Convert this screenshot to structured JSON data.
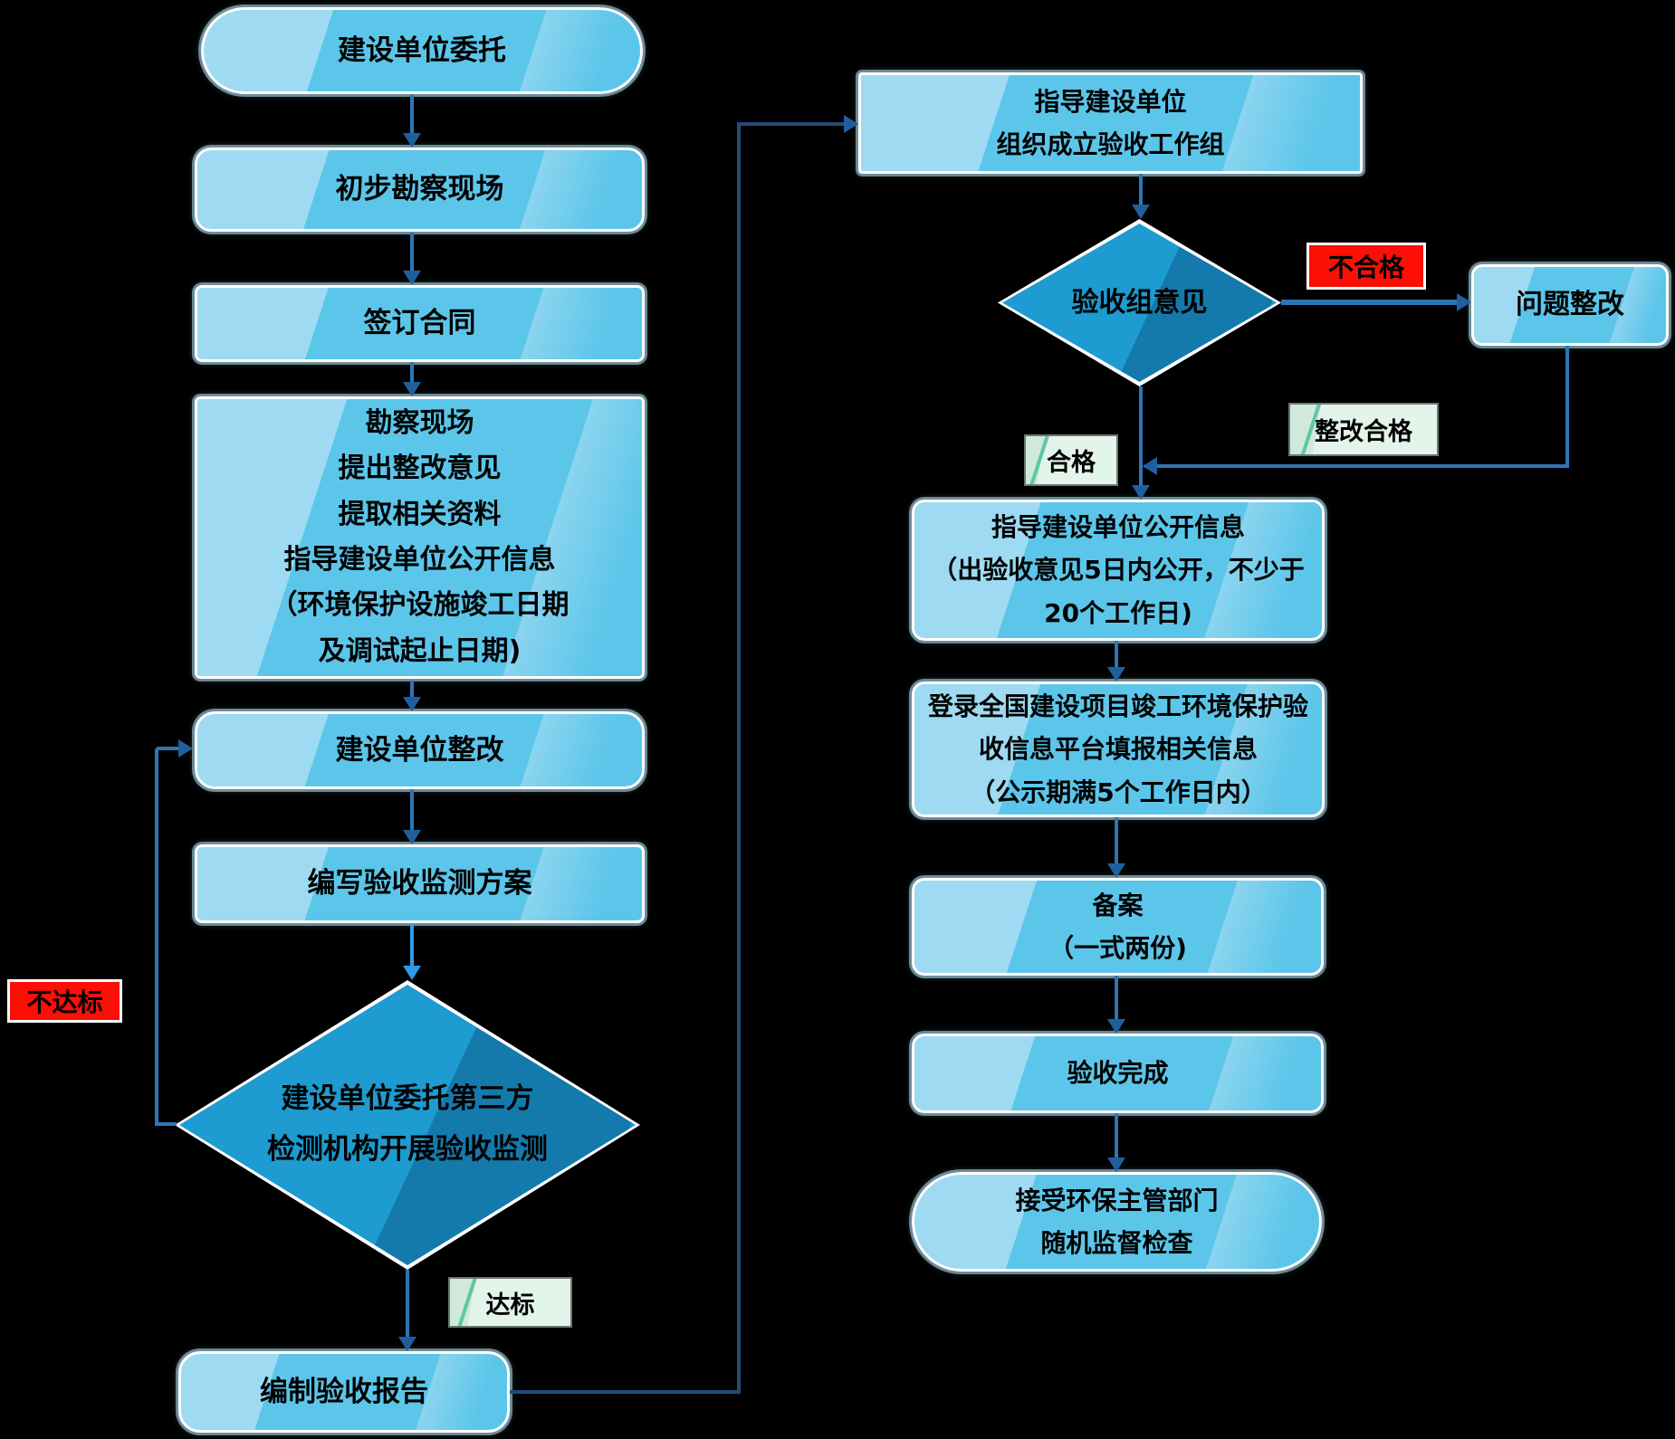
{
  "flowchart": {
    "left": {
      "start": "建设单位委托",
      "survey": "初步勘察现场",
      "contract": "签订合同",
      "sitework": "勘察现场\n提出整改意见\n提取相关资料\n指导建设单位公开信息\n（环境保护设施竣工日期\n及调试起止日期)",
      "rectify": "建设单位整改",
      "plan": "编写验收监测方案",
      "decision": "建设单位委托第三方\n检测机构开展验收监测",
      "report": "编制验收报告",
      "fail_label": "不达标",
      "pass_label": "达标"
    },
    "right": {
      "workgroup": "指导建设单位\n组织成立验收工作组",
      "decision": "验收组意见",
      "fail_label": "不合格",
      "problem_fix": "问题整改",
      "fix_ok_label": "整改合格",
      "pass_label": "合格",
      "publish": "指导建设单位公开信息\n（出验收意见5日内公开，不少于\n20个工作日)",
      "platform": "登录全国建设项目竣工环境保护验\n收信息平台填报相关信息\n（公示期满5个工作日内）",
      "filing": "备案\n（一式两份)",
      "complete": "验收完成",
      "inspection": "接受环保主管部门\n随机监督检查"
    },
    "colors": {
      "background": "#000000",
      "box_fill": "#5cc6ea",
      "box_highlight": "#9edbf2",
      "box_border": "#ffffff",
      "diamond_fill": "#1e9bd0",
      "diamond_shade": "#147aab",
      "arrow": "#2e75b6",
      "arrow_dark": "#1f4e79",
      "arrow_bright": "#2f9be8",
      "fail_badge_bg": "#fb0f06",
      "pass_badge_bg": "#e3f4eb",
      "pass_badge_slash": "#5ec7a3",
      "text": "#000000"
    }
  }
}
